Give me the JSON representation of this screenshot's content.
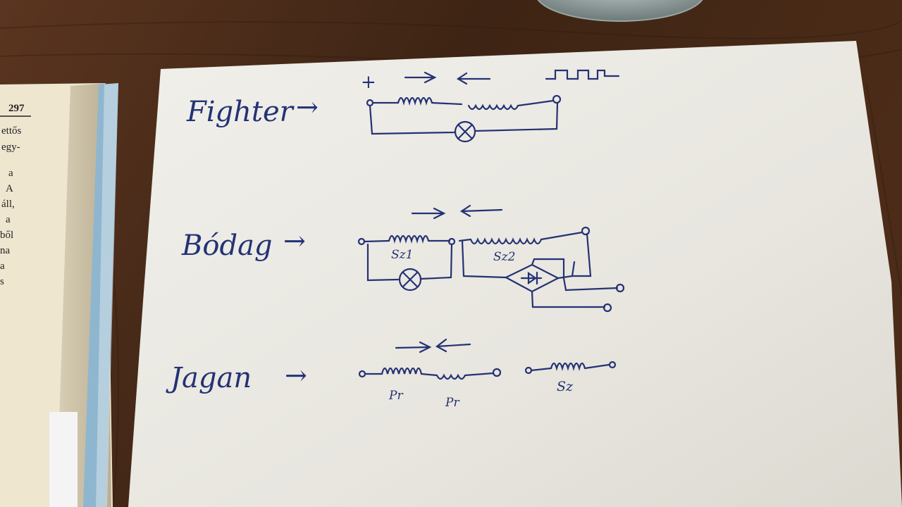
{
  "photo": {
    "description_free": true,
    "colors": {
      "table": "#4a2a16",
      "paper": "#eceae4",
      "ink": "#243274",
      "book_page": "#efe6d0"
    }
  },
  "book": {
    "page_number": "297",
    "lines": [
      "ettős",
      "egy-",
      "a",
      "A",
      "áll,",
      "a",
      "ből",
      "na",
      "a",
      "s"
    ]
  },
  "sketches": {
    "row1": {
      "label": "Fighter",
      "arrow": "→"
    },
    "row2": {
      "label": "Bódag",
      "arrow": "→",
      "coil1_label": "Sz1",
      "coil2_label": "Sz2"
    },
    "row3": {
      "label": "Jagan",
      "arrow": "→",
      "coil_label_a": "Pr",
      "coil_label_b": "Pr",
      "coil_label_c": "Sz"
    },
    "plus_sign": "+"
  }
}
